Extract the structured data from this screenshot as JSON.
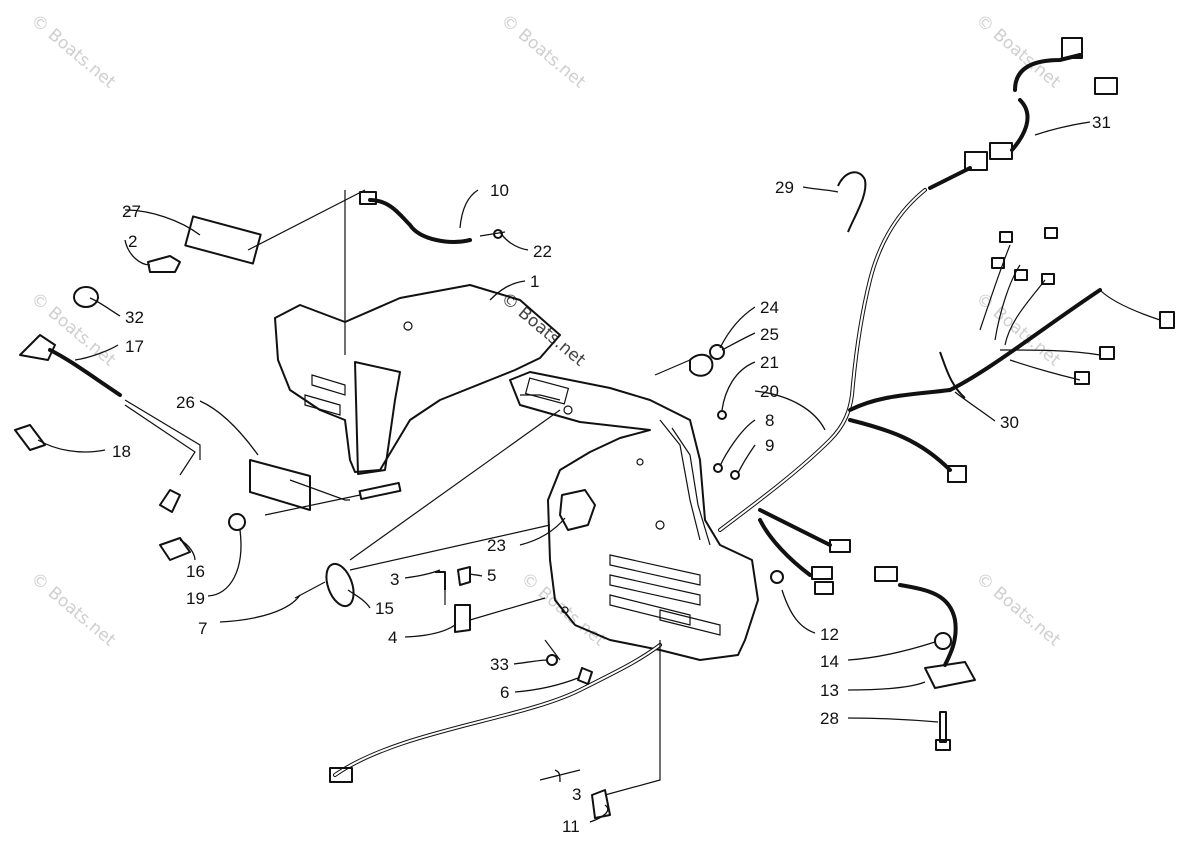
{
  "diagram": {
    "watermarks": [
      "© Boats.net",
      "© Boats.net",
      "© Boats.net",
      "© Boats.net",
      "© Boats.net",
      "© Boats.net",
      "© Boats.net",
      "© Boats.net",
      "© Boats.net"
    ],
    "callouts": [
      {
        "id": "c1",
        "label": "1"
      },
      {
        "id": "c2",
        "label": "2"
      },
      {
        "id": "c3a",
        "label": "3"
      },
      {
        "id": "c3b",
        "label": "3"
      },
      {
        "id": "c4",
        "label": "4"
      },
      {
        "id": "c5",
        "label": "5"
      },
      {
        "id": "c6",
        "label": "6"
      },
      {
        "id": "c7",
        "label": "7"
      },
      {
        "id": "c8",
        "label": "8"
      },
      {
        "id": "c9",
        "label": "9"
      },
      {
        "id": "c10",
        "label": "10"
      },
      {
        "id": "c11",
        "label": "11"
      },
      {
        "id": "c12",
        "label": "12"
      },
      {
        "id": "c13",
        "label": "13"
      },
      {
        "id": "c14",
        "label": "14"
      },
      {
        "id": "c15",
        "label": "15"
      },
      {
        "id": "c16",
        "label": "16"
      },
      {
        "id": "c17",
        "label": "17"
      },
      {
        "id": "c18",
        "label": "18"
      },
      {
        "id": "c19",
        "label": "19"
      },
      {
        "id": "c20",
        "label": "20"
      },
      {
        "id": "c21",
        "label": "21"
      },
      {
        "id": "c22",
        "label": "22"
      },
      {
        "id": "c23",
        "label": "23"
      },
      {
        "id": "c24",
        "label": "24"
      },
      {
        "id": "c25",
        "label": "25"
      },
      {
        "id": "c26",
        "label": "26"
      },
      {
        "id": "c27",
        "label": "27"
      },
      {
        "id": "c28",
        "label": "28"
      },
      {
        "id": "c29",
        "label": "29"
      },
      {
        "id": "c30",
        "label": "30"
      },
      {
        "id": "c31",
        "label": "31"
      },
      {
        "id": "c32",
        "label": "32"
      },
      {
        "id": "c33",
        "label": "33"
      }
    ]
  }
}
